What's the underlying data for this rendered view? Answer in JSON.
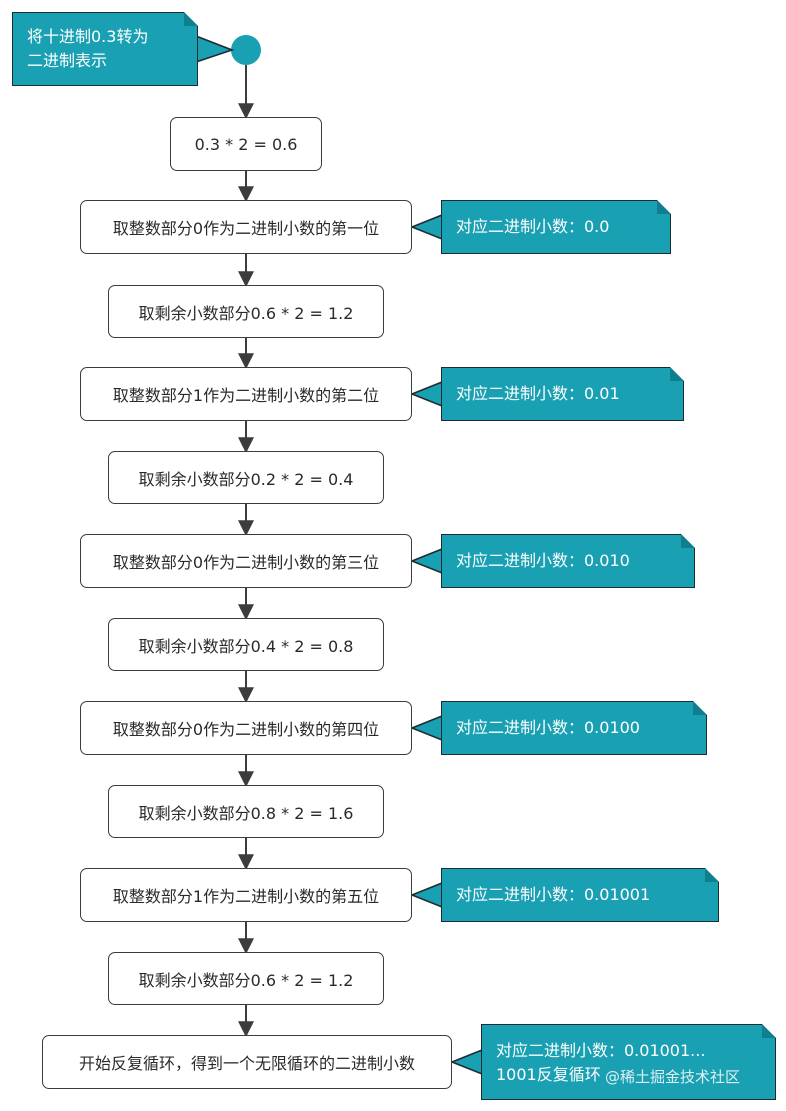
{
  "diagram": {
    "title_note": "将十进制0.3转为\n二进制表示",
    "steps": [
      "0.3 * 2 = 0.6",
      "取整数部分0作为二进制小数的第一位",
      "取剩余小数部分0.6 * 2 = 1.2",
      "取整数部分1作为二进制小数的第二位",
      "取剩余小数部分0.2 * 2 = 0.4",
      "取整数部分0作为二进制小数的第三位",
      "取剩余小数部分0.4 * 2 = 0.8",
      "取整数部分0作为二进制小数的第四位",
      "取剩余小数部分0.8 * 2 = 1.6",
      "取整数部分1作为二进制小数的第五位",
      "取剩余小数部分0.6 * 2 = 1.2",
      "开始反复循环，得到一个无限循环的二进制小数"
    ],
    "notes": [
      "对应二进制小数：0.0",
      "对应二进制小数：0.01",
      "对应二进制小数：0.010",
      "对应二进制小数：0.0100",
      "对应二进制小数：0.01001",
      "对应二进制小数：0.01001...\n1001反复循环"
    ]
  },
  "watermark": "@稀土掘金技术社区",
  "colors": {
    "note_fill": "#1aa0b3",
    "start_dot": "#1aa0b3",
    "line": "#3c3c3c"
  }
}
